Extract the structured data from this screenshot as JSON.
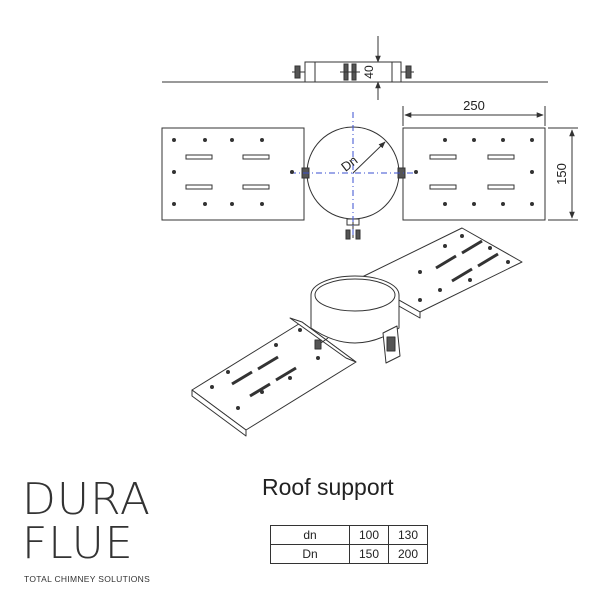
{
  "dimensions": {
    "height_top": "40",
    "plate_width": "250",
    "plate_depth": "150",
    "diameter": "Dn"
  },
  "logo": {
    "line1": "DURA",
    "line2": "FLUE",
    "tagline": "TOTAL CHIMNEY SOLUTIONS"
  },
  "title": "Roof support",
  "table": {
    "rows": [
      {
        "label": "dn",
        "values": [
          "100",
          "130"
        ]
      },
      {
        "label": "Dn",
        "values": [
          "150",
          "200"
        ]
      }
    ]
  },
  "colors": {
    "line": "#333333",
    "centerline": "#3a4fd0"
  }
}
